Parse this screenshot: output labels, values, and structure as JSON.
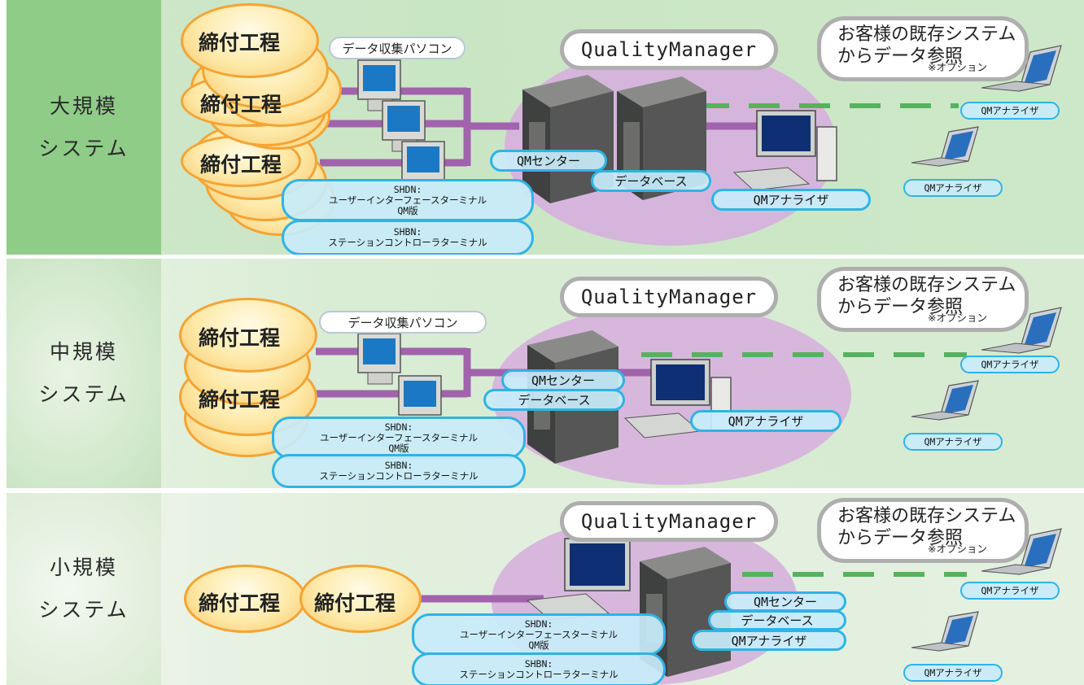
{
  "bands": [
    {
      "title_line1": "大規模",
      "title_line2": "システム",
      "process_label": "締付工程",
      "data_pc_label": "データ収集パソコン",
      "qm_title": "QualityManager",
      "customer_line1": "お客様の既存システム",
      "customer_line2": "からデータ参照",
      "customer_option": "※オプション",
      "qm_center": "QMセンター",
      "database": "データベース",
      "qm_analyzer": "QMアナライザ",
      "remote_analyzer_1": "QMアナライザ",
      "remote_analyzer_2": "QMアナライザ",
      "shdn_line1": "SHDN:",
      "shdn_line2": "ユーザーインターフェースターミナル",
      "shdn_line3": "QM版",
      "shbn_line1": "SHBN:",
      "shbn_line2": "ステーションコントローラターミナル"
    },
    {
      "title_line1": "中規模",
      "title_line2": "システム",
      "process_label": "締付工程",
      "data_pc_label": "データ収集パソコン",
      "qm_title": "QualityManager",
      "customer_line1": "お客様の既存システム",
      "customer_line2": "からデータ参照",
      "customer_option": "※オプション",
      "qm_center": "QMセンター",
      "database": "データベース",
      "qm_analyzer": "QMアナライザ",
      "remote_analyzer_1": "QMアナライザ",
      "remote_analyzer_2": "QMアナライザ",
      "shdn_line1": "SHDN:",
      "shdn_line2": "ユーザーインターフェースターミナル",
      "shdn_line3": "QM版",
      "shbn_line1": "SHBN:",
      "shbn_line2": "ステーションコントローラターミナル"
    },
    {
      "title_line1": "小規模",
      "title_line2": "システム",
      "process_label": "締付工程",
      "qm_title": "QualityManager",
      "customer_line1": "お客様の既存システム",
      "customer_line2": "からデータ参照",
      "customer_option": "※オプション",
      "qm_center": "QMセンター",
      "database": "データベース",
      "qm_analyzer": "QMアナライザ",
      "remote_analyzer_1": "QMアナライザ",
      "remote_analyzer_2": "QMアナライザ",
      "shdn_line1": "SHDN:",
      "shdn_line2": "ユーザーインターフェースターミナル",
      "shdn_line3": "QM版",
      "shbn_line1": "SHBN:",
      "shbn_line2": "ステーションコントローラターミナル"
    }
  ],
  "colors": {
    "band_large": "#cfe8cc",
    "band_medium": "#d8edd3",
    "band_small": "#e4f1e0",
    "left_panel_large": "#8ccb86",
    "network_ellipse": "#d9b8de",
    "cable": "#a063ac",
    "dashed_link": "#56b25e",
    "pill_border": "#2fb3e6",
    "blob_border": "#f3a434"
  }
}
